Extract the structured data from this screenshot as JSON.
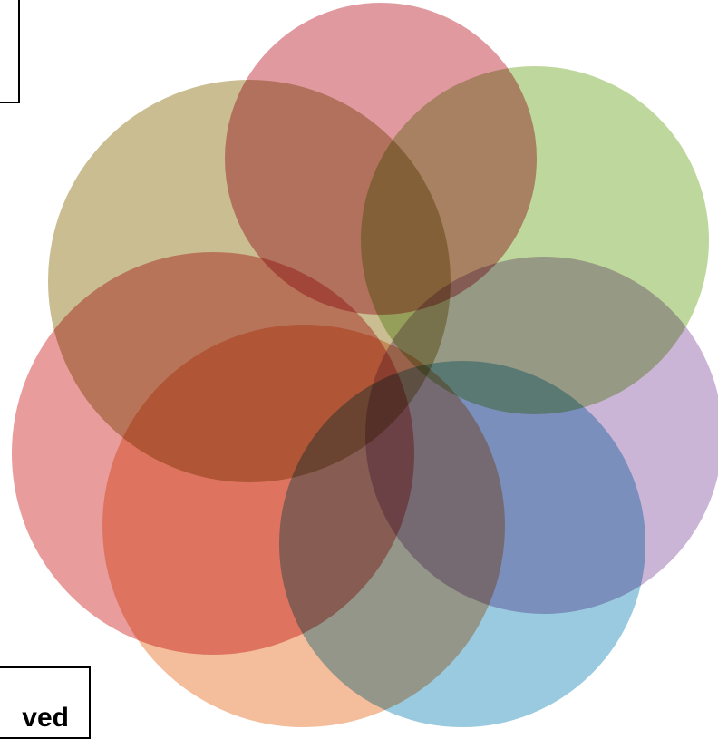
{
  "diagram": {
    "type": "overlapping-circles-rosette",
    "circle_count": 7,
    "colors": [
      "#d97f88",
      "#a8c97b",
      "#b89cc9",
      "#78b8d4",
      "#f0a77a",
      "#e07b7b",
      "#b5a468"
    ],
    "labels": {
      "top_left": "",
      "bottom_left": "ved"
    }
  }
}
